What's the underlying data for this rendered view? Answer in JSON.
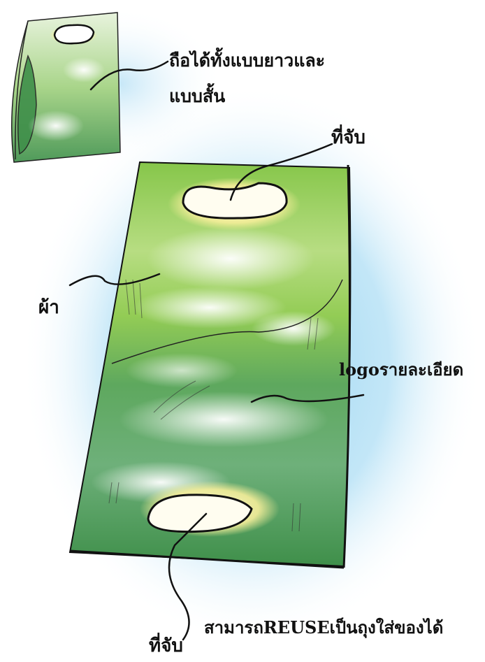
{
  "labels": {
    "hold_line1": "ถือได้ทั้งแบบยาวและ",
    "hold_line2": "แบบสั้น",
    "handle_top": "ที่จับ",
    "fabric": "ผ้า",
    "logo_detail": "logoรายละเอียด",
    "reuse": "สามารถREUSEเป็นถุงใส่ของได้",
    "handle_bottom": "ที่จับ"
  },
  "colors": {
    "background_blue": "#8fd0f0",
    "fabric_green": "#7cbf3a",
    "fabric_dark_green": "#3f8f4a",
    "handle_glow": "#f6ee9a",
    "outline": "#111111",
    "text": "#111111"
  }
}
